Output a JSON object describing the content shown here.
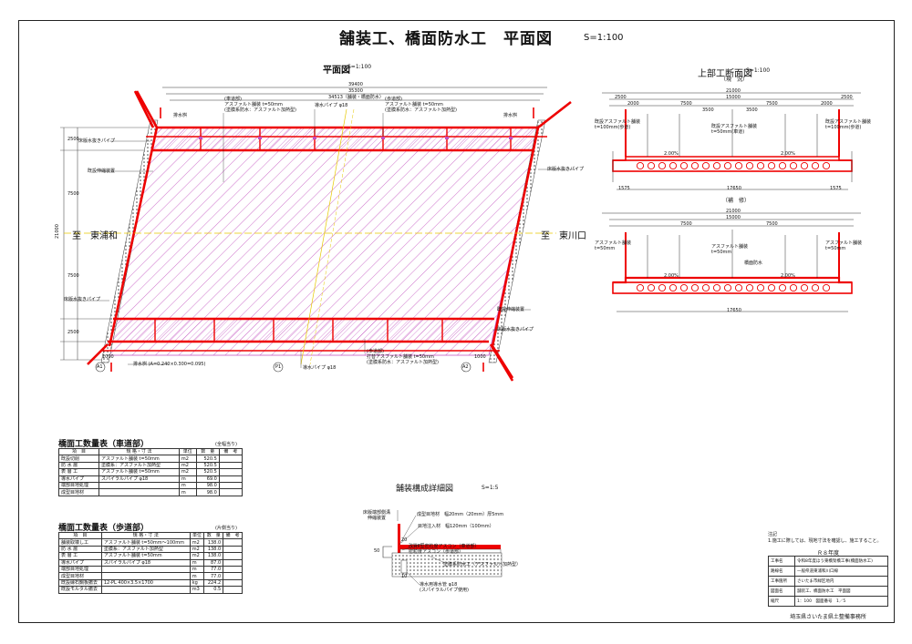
{
  "drawing": {
    "title": "舗装工、橋面防水工　平面図",
    "scale": "S=1:100"
  },
  "plan": {
    "title": "平面図",
    "scale": "S=1:100",
    "dim_total_length": "39400",
    "dim_span_length": "35300",
    "dim_paved_length": "34513（舗装・橋面防水）",
    "dim_left_vertical": "21000",
    "dim_side_left_a": "2500",
    "dim_side_left_b": "7500",
    "dim_side_left_c": "7500",
    "dim_side_left_d": "2500",
    "label_roadway": "(車道部)\nアスファルト舗装 t=50mm\n(塗膜系防水：アスファルト加熱型)",
    "label_sidewalk": "(歩道部)\nアスファルト舗装 t=50mm\n(塗膜系防水：アスファルト加熱型)",
    "label_drain_pipe": "導水パイプ φ18",
    "label_drain_pipe_b": "導水パイプ φ18",
    "label_drain_pipe_c": "導水パイプ φ18",
    "label_drain_basin": "排水桝",
    "label_drain_basin_b": "排水桝",
    "label_drain_basin_c": "排水桝",
    "label_drain_basin_d": "排水桝 (A=0.240×0.300=0.095)",
    "label_slab_pipe": "床版水抜きパイプ",
    "label_slab_pipe_b": "床版水抜きパイプ",
    "label_slab_pipe_c": "床版水抜きパイプ",
    "label_slab_pipe_d": "床版水抜きパイプ",
    "label_joint": "既設伸縮装置",
    "label_joint_b": "既設伸縮装置",
    "label_sidewalk_bottom": "(歩道部)\n打替アスファルト舗装 t=50mm\n(塗膜系防水：アスファルト加熱型)",
    "direction_left": "至　東浦和",
    "direction_right": "至　東川口",
    "abutment_a1": "A1",
    "pier_p1": "P1",
    "abutment_a2": "A2",
    "dim_bottom_left": "1000",
    "dim_bottom_right": "1000"
  },
  "section": {
    "title": "上部工断面図",
    "scale": "S=1:100",
    "existing_label": "（現　況）",
    "repair_label": "（補　修）",
    "dim_total_width": "21000",
    "dim_main": "15000",
    "dim_side_left": "2500",
    "dim_side_right": "2500",
    "dim_lane_left": "7500",
    "dim_lane_right": "7500",
    "dim_inner_left": "3500",
    "dim_inner_right": "3500",
    "dim_walk_left": "2000",
    "dim_walk_right": "2000",
    "dim_bottom": "17650",
    "dim_bottom_left": "1575",
    "dim_bottom_right": "1575",
    "slope_label": "2.00%",
    "label_existing_left": "既設アスファルト舗装\nt=100mm(歩道)",
    "label_existing_center": "既設アスファルト舗装\nt=50mm(車道)",
    "label_existing_right": "既設アスファルト舗装\nt=100mm(歩道)",
    "label_repair_left": "アスファルト舗装\nt=50mm",
    "label_repair_center": "アスファルト舗装\nt=50mm",
    "label_repair_waterproof": "橋面防水",
    "label_repair_right": "アスファルト舗装\nt=50mm"
  },
  "detail": {
    "title": "舗装構成詳細図",
    "scale": "S=1:5",
    "label_existing_joint": "床版端部側溝\n伸縮装置",
    "label_seal": "成型目地材　幅20mm（20mm）厚5mm",
    "label_joint_seal": "目地注入材　幅120mm（100mm）",
    "label_asphalt": "改質Ⅱ型密粒度アスコン（車道部）\n密粒度アスコン（歩道部）",
    "label_waterproof": "塗膜系防水工（アスファルト加熱型）",
    "label_pipe": "導水用導水管 φ18\n(スパイラルパイプ使用)",
    "dim_a": "50",
    "dim_b": "20",
    "dim_c": "10"
  },
  "table_roadway": {
    "title": "橋面工数量表（車道部）",
    "note": "(全幅当り)",
    "headers": [
      "項　目",
      "規 格・寸 法",
      "単位",
      "数　量",
      "備　考"
    ],
    "rows": [
      [
        "既設切削",
        "アスファルト舗装 t=50mm",
        "m2",
        "520.5",
        ""
      ],
      [
        "防 水 層",
        "塗膜系：アスファルト加熱型",
        "m2",
        "520.5",
        ""
      ],
      [
        "表 層 工",
        "アスファルト舗装 t=50mm",
        "m2",
        "520.5",
        ""
      ],
      [
        "導水パイプ",
        "スパイラルパイプ φ18",
        "m",
        "69.0",
        ""
      ],
      [
        "端部目地処理",
        "",
        "m",
        "98.0",
        ""
      ],
      [
        "成型目地材",
        "",
        "m",
        "98.0",
        ""
      ]
    ]
  },
  "table_sidewalk": {
    "title": "橋面工数量表（歩道部）",
    "note": "(片側当り)",
    "headers": [
      "項　目",
      "規 格・寸 法",
      "単位",
      "数　量",
      "備　考"
    ],
    "rows": [
      [
        "舗装取壊し工",
        "アスファルト舗装 t=50mm～100mm",
        "m2",
        "138.0",
        ""
      ],
      [
        "防 水 層",
        "塗膜系：アスファルト加熱型",
        "m2",
        "138.0",
        ""
      ],
      [
        "表 層 工",
        "アスファルト舗装 t=50mm",
        "m2",
        "138.0",
        ""
      ],
      [
        "導水パイプ",
        "スパイラルパイプ φ18",
        "m",
        "87.0",
        ""
      ],
      [
        "端部目地処理",
        "",
        "m",
        "77.0",
        ""
      ],
      [
        "成型目地材",
        "",
        "m",
        "77.0",
        ""
      ],
      [
        "既設縁石鋼板撤去",
        "12-PL 400×3.5×1700",
        "kg",
        "224.2",
        ""
      ],
      [
        "既設モルタル撤去",
        "",
        "m3",
        "0.5",
        ""
      ]
    ]
  },
  "notes": {
    "title": "注記",
    "text": "1.施工に際しては、現地寸法を確認し、施工すること。"
  },
  "title_block": {
    "year": "Ｒ８年度",
    "rows": [
      [
        "工事名",
        "令和8年度ほう東橋架橋工事(橋面防水工)"
      ],
      [
        "路線名",
        "一般県道東浦和川口線"
      ],
      [
        "工事箇所",
        "さいたま市緑区地内"
      ],
      [
        "図面名",
        "舗装工、橋面防水工　平面図"
      ],
      [
        "縮尺",
        "1：100　図面番号　1／5"
      ]
    ],
    "office": "埼玉県さいたま県土整備事務所"
  }
}
